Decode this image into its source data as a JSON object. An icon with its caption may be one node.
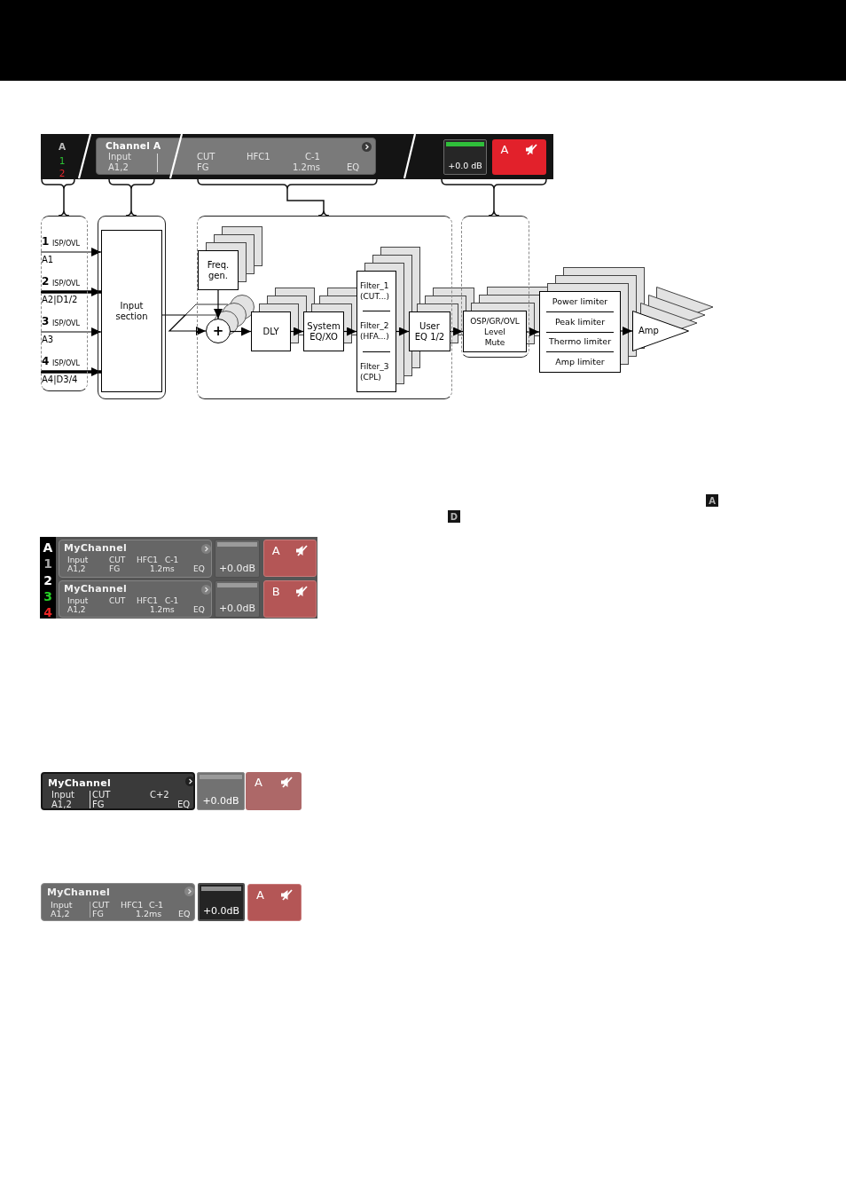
{
  "diagram": {
    "nodes": [
      {
        "text": [
          "A",
          "1",
          "2"
        ]
      },
      {
        "text": [
          "Channel A",
          "Input",
          "A1,2",
          "CUT",
          "HFC1",
          "C-1",
          "FG",
          "1.2ms",
          "EQ"
        ],
        "in": 0
      },
      {
        "text": [
          "+0.0 dB"
        ],
        "in": 0
      },
      {
        "text": [
          "A"
        ],
        "in": 0
      },
      {
        "text": [],
        "shape": "box"
      },
      {
        "text": [
          "1",
          "ISP/OVL",
          "A1"
        ],
        "in": 4
      },
      {
        "text": [
          "2",
          "ISP/OVL",
          "A2|D1/2"
        ],
        "in": 4
      },
      {
        "text": [
          "3",
          "ISP/OVL",
          "A3"
        ],
        "in": 4
      },
      {
        "text": [
          "4",
          "ISP/OVL",
          "A4|D3/4"
        ],
        "in": 4
      },
      {
        "text": [],
        "shape": "box"
      },
      {
        "text": [
          "Input section"
        ],
        "in": 9
      },
      {
        "text": [],
        "shape": "box"
      },
      {
        "text": [
          "Freq. gen."
        ],
        "in": 11
      },
      {
        "text": [
          "+"
        ],
        "in": 11
      },
      {
        "text": [
          "DLY"
        ],
        "in": 11
      },
      {
        "text": [
          "System EQ/XO"
        ],
        "in": 11
      },
      {
        "text": [
          "Filter_1 (CUT...)",
          "Filter_2 (HFA...)",
          "Filter_3 (CPL)"
        ],
        "in": 11
      },
      {
        "text": [
          "User EQ 1/2"
        ],
        "in": 11
      },
      {
        "text": [],
        "shape": "box"
      },
      {
        "text": [
          "OSP/GR/OVL",
          "Level",
          "Mute"
        ],
        "in": 18
      },
      {
        "text": [
          "Power limiter",
          "Peak limiter",
          "Thermo limiter",
          "Amp limiter"
        ]
      },
      {
        "text": [
          "Amp"
        ]
      },
      {
        "text": [
          "A"
        ]
      },
      {
        "text": [
          "D"
        ]
      },
      {
        "text": [
          "A",
          "1",
          "2",
          "3",
          "4"
        ]
      },
      {
        "text": [
          "MyChannel",
          "Input",
          "A1,2",
          "CUT",
          "HFC1",
          "C-1",
          "FG",
          "1.2ms",
          "EQ"
        ],
        "in": 24
      },
      {
        "text": [
          "+0.0dB"
        ],
        "in": 24
      },
      {
        "text": [
          "A"
        ],
        "in": 24
      },
      {
        "text": [
          "MyChannel",
          "Input",
          "A1,2",
          "CUT",
          "HFC1",
          "C-1",
          "1.2ms",
          "EQ"
        ],
        "in": 24
      },
      {
        "text": [
          "+0.0dB"
        ],
        "in": 24
      },
      {
        "text": [
          "B"
        ],
        "in": 24
      },
      {
        "text": [
          "MyChannel",
          "Input",
          "A1,2",
          "CUT",
          "C+2",
          "FG",
          "EQ"
        ]
      },
      {
        "text": [
          "+0.0dB"
        ]
      },
      {
        "text": [
          "A"
        ]
      },
      {
        "text": [
          "MyChannel",
          "Input",
          "A1,2",
          "CUT",
          "HFC1",
          "C-1",
          "FG",
          "1.2ms",
          "EQ"
        ]
      },
      {
        "text": [
          "+0.0dB"
        ]
      },
      {
        "text": [
          "A"
        ]
      }
    ],
    "edges": [
      {
        "from": 5,
        "to": 10,
        "arrow": "to"
      },
      {
        "from": 6,
        "to": 10,
        "arrow": "to",
        "style": "thick"
      },
      {
        "from": 7,
        "to": 10,
        "arrow": "to"
      },
      {
        "from": 8,
        "to": 10,
        "arrow": "to",
        "style": "thick"
      },
      {
        "from": 10,
        "to": 13,
        "arrow": "to"
      },
      {
        "from": 12,
        "to": 13,
        "arrow": "to"
      },
      {
        "from": 13,
        "to": 14,
        "arrow": "to"
      },
      {
        "from": 14,
        "to": 15,
        "arrow": "to"
      },
      {
        "from": 15,
        "to": 16,
        "arrow": "to"
      },
      {
        "from": 16,
        "to": 17,
        "arrow": "to"
      },
      {
        "from": 17,
        "to": 19,
        "arrow": "to"
      },
      {
        "from": 19,
        "to": 20,
        "arrow": "to"
      },
      {
        "from": 20,
        "to": 21,
        "arrow": "to"
      }
    ]
  }
}
